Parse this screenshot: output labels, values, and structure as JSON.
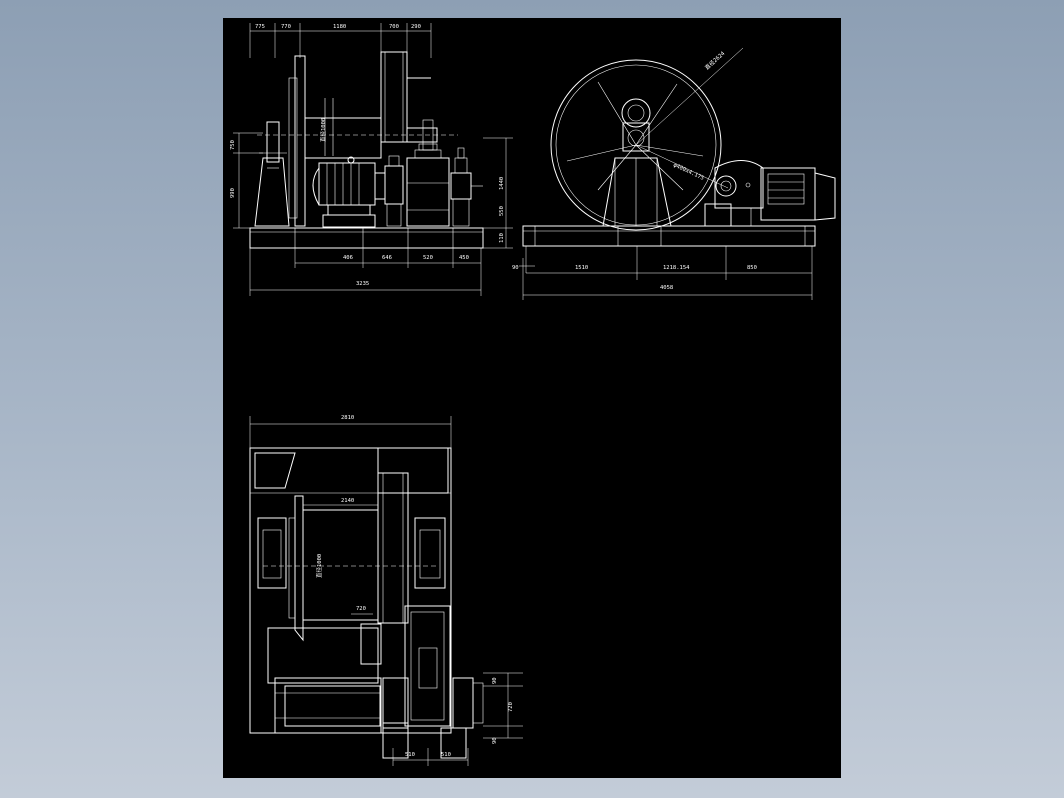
{
  "drawing": {
    "background": "#000000",
    "line_color": "#ffffff",
    "front_view": {
      "top_dims": [
        "775",
        "770",
        "1180",
        "700",
        "290"
      ],
      "left_dims": [
        "750",
        "990"
      ],
      "right_dims": [
        "1440",
        "550",
        "110"
      ],
      "bottom_dims": [
        "406",
        "646",
        "520",
        "450"
      ],
      "total_width": "3235",
      "drum_label": "直径1000"
    },
    "side_view": {
      "diameter_label": "直径2624",
      "rope_label": "φ400x4.175",
      "left_dim": "90",
      "bottom_dims": [
        "1510",
        "1218.154",
        "850"
      ],
      "total_width": "4058"
    },
    "plan_view": {
      "top_dim": "2810",
      "drum_width": "2140",
      "drum_label": "直径1000",
      "gear_dim": "720",
      "right_dims": [
        "90",
        "720",
        "90"
      ],
      "bottom_dims": [
        "510",
        "510"
      ]
    }
  }
}
